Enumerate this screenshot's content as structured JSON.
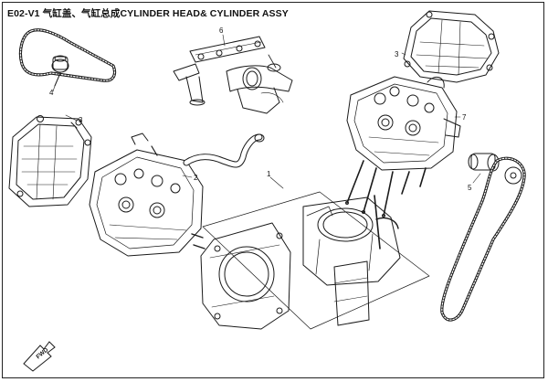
{
  "diagram": {
    "title": "E02-V1 气缸盖、气缸总成CYLINDER HEAD& CYLINDER ASSY",
    "parts": [
      {
        "id": "timing-chain-left",
        "label": "4"
      },
      {
        "id": "valve-cover-left",
        "label": "3"
      },
      {
        "id": "intake-manifold",
        "label": "6"
      },
      {
        "id": "valve-cover-right",
        "label": "3"
      },
      {
        "id": "cylinder-head-right",
        "label": "7"
      },
      {
        "id": "cylinder-head-left",
        "label": "2"
      },
      {
        "id": "cylinder-block",
        "label": "1"
      },
      {
        "id": "timing-chain-right",
        "label": "5"
      }
    ],
    "direction_label": "FWD"
  },
  "colors": {
    "line": "#1a1a1a",
    "paper": "#ffffff"
  }
}
